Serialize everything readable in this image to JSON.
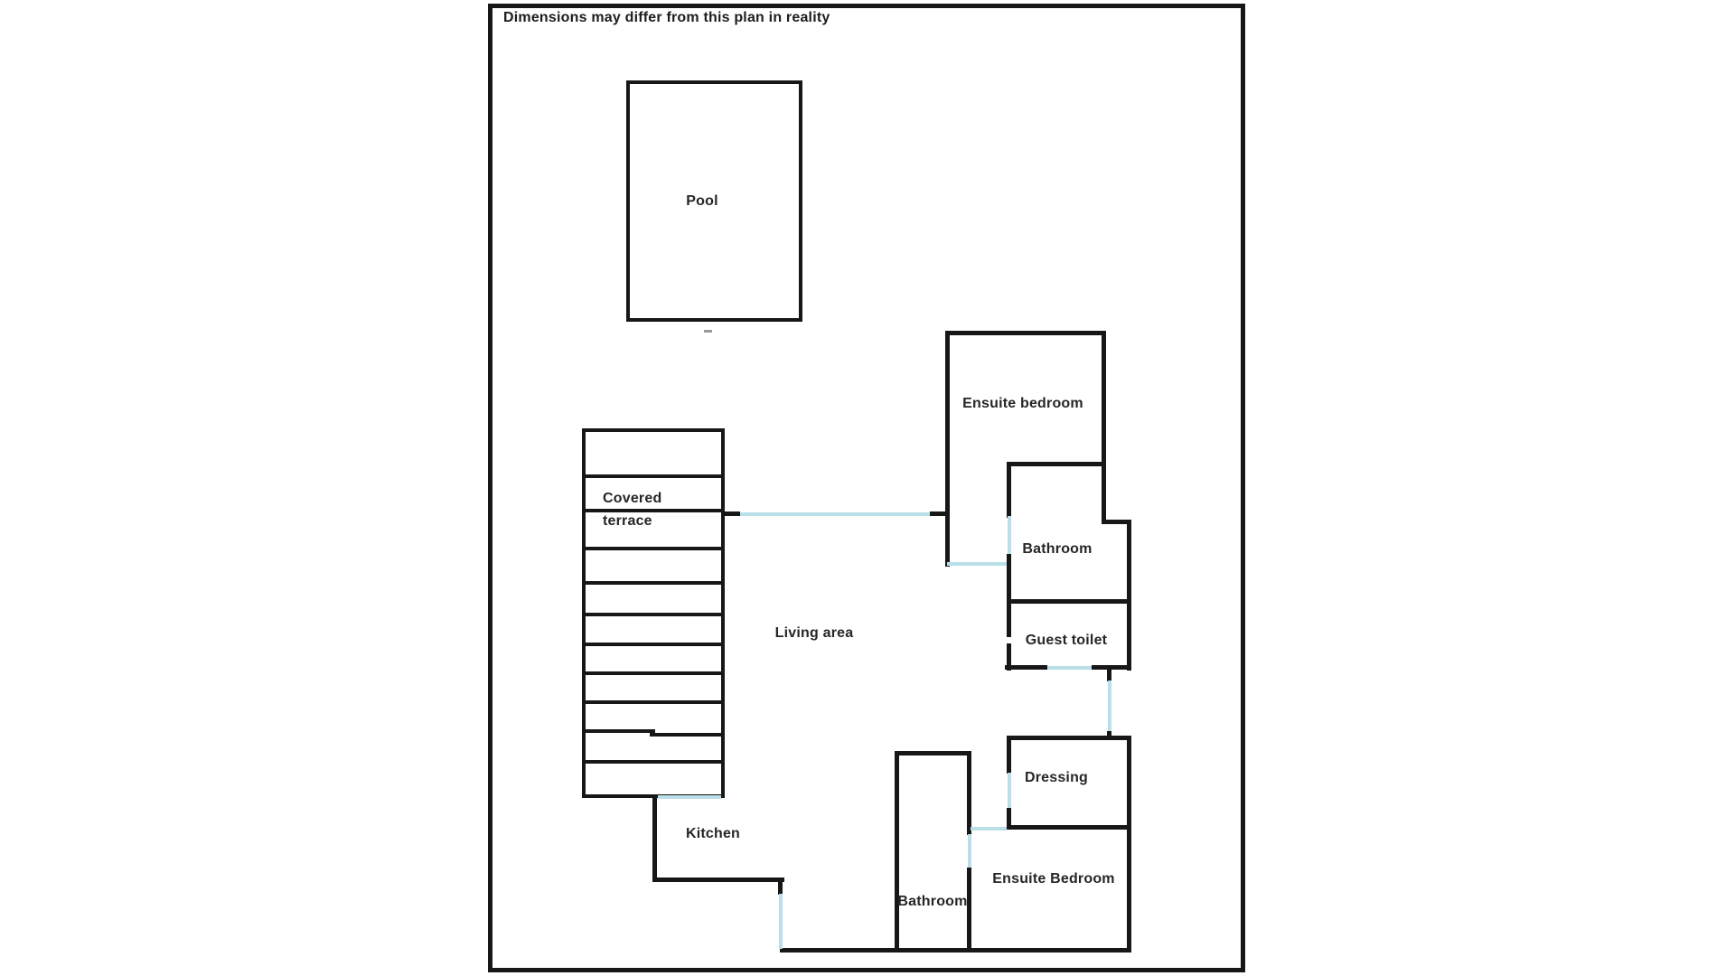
{
  "title": "Dimensions may differ from this plan in reality",
  "colors": {
    "wall": "#171717",
    "door": "#b9dfe9",
    "text": "#262626",
    "background": "#ffffff"
  },
  "rooms": {
    "pool": "Pool",
    "covered_terrace": {
      "line1": "Covered",
      "line2": "terrace"
    },
    "living_area": "Living area",
    "kitchen": "Kitchen",
    "ensuite_bedroom_top": "Ensuite bedroom",
    "bathroom_top": "Bathroom",
    "guest_toilet": "Guest toilet",
    "dressing": "Dressing",
    "bathroom_bottom": "Bathroom",
    "ensuite_bedroom_bottom": "Ensuite Bedroom"
  }
}
